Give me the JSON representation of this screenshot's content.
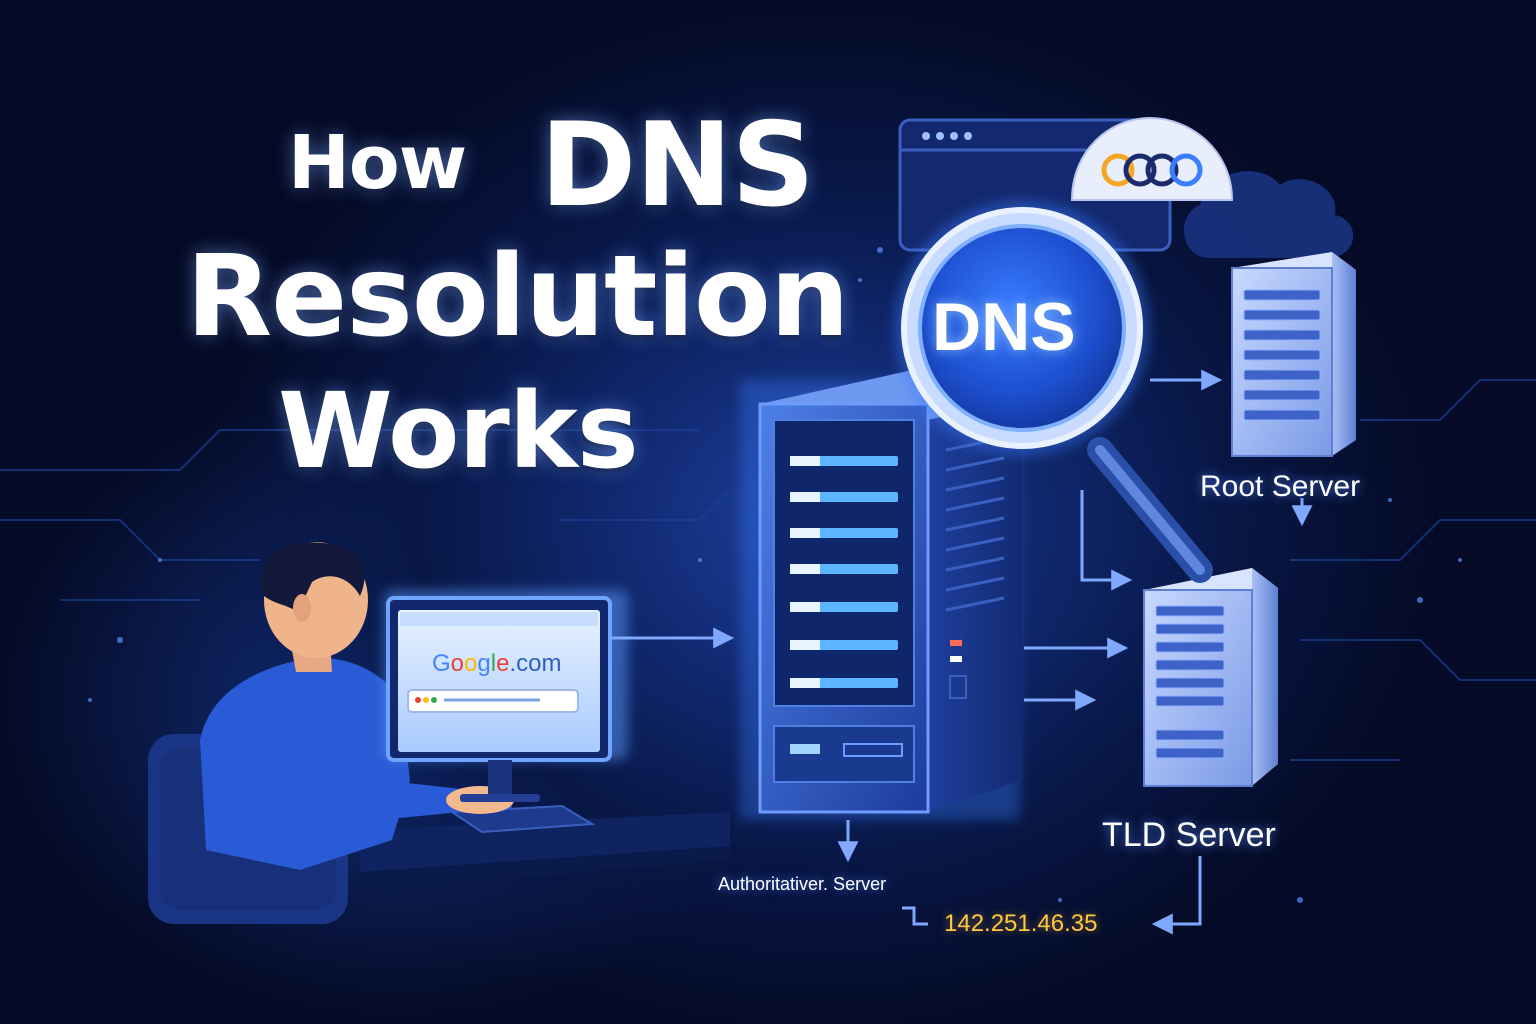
{
  "title": {
    "line1_a": "How",
    "line1_b": "DNS",
    "line2": "Resolution",
    "line3": "Works"
  },
  "browser": {
    "url": "Google.com"
  },
  "magnifier": {
    "text": "DNS"
  },
  "labels": {
    "root_server": "Root Server",
    "tld_server": "TLD Server",
    "authoritative_server": "Authoritativer. Server",
    "ip_address": "142.251.46.35"
  },
  "colors": {
    "background": "#050b26",
    "glow_blue": "#3b7dff",
    "server_face": "#2f5fd0",
    "led": "#5fb4ff",
    "ip_text": "#ffc93c",
    "google_blue": "#4285f4",
    "google_red": "#ea4335",
    "google_yellow": "#fbbc05",
    "google_green": "#34a853"
  },
  "icons": [
    "person-icon",
    "monitor-icon",
    "server-tower-icon",
    "magnifier-icon",
    "cloud-icon",
    "browser-window-icon",
    "arrow-icon"
  ]
}
